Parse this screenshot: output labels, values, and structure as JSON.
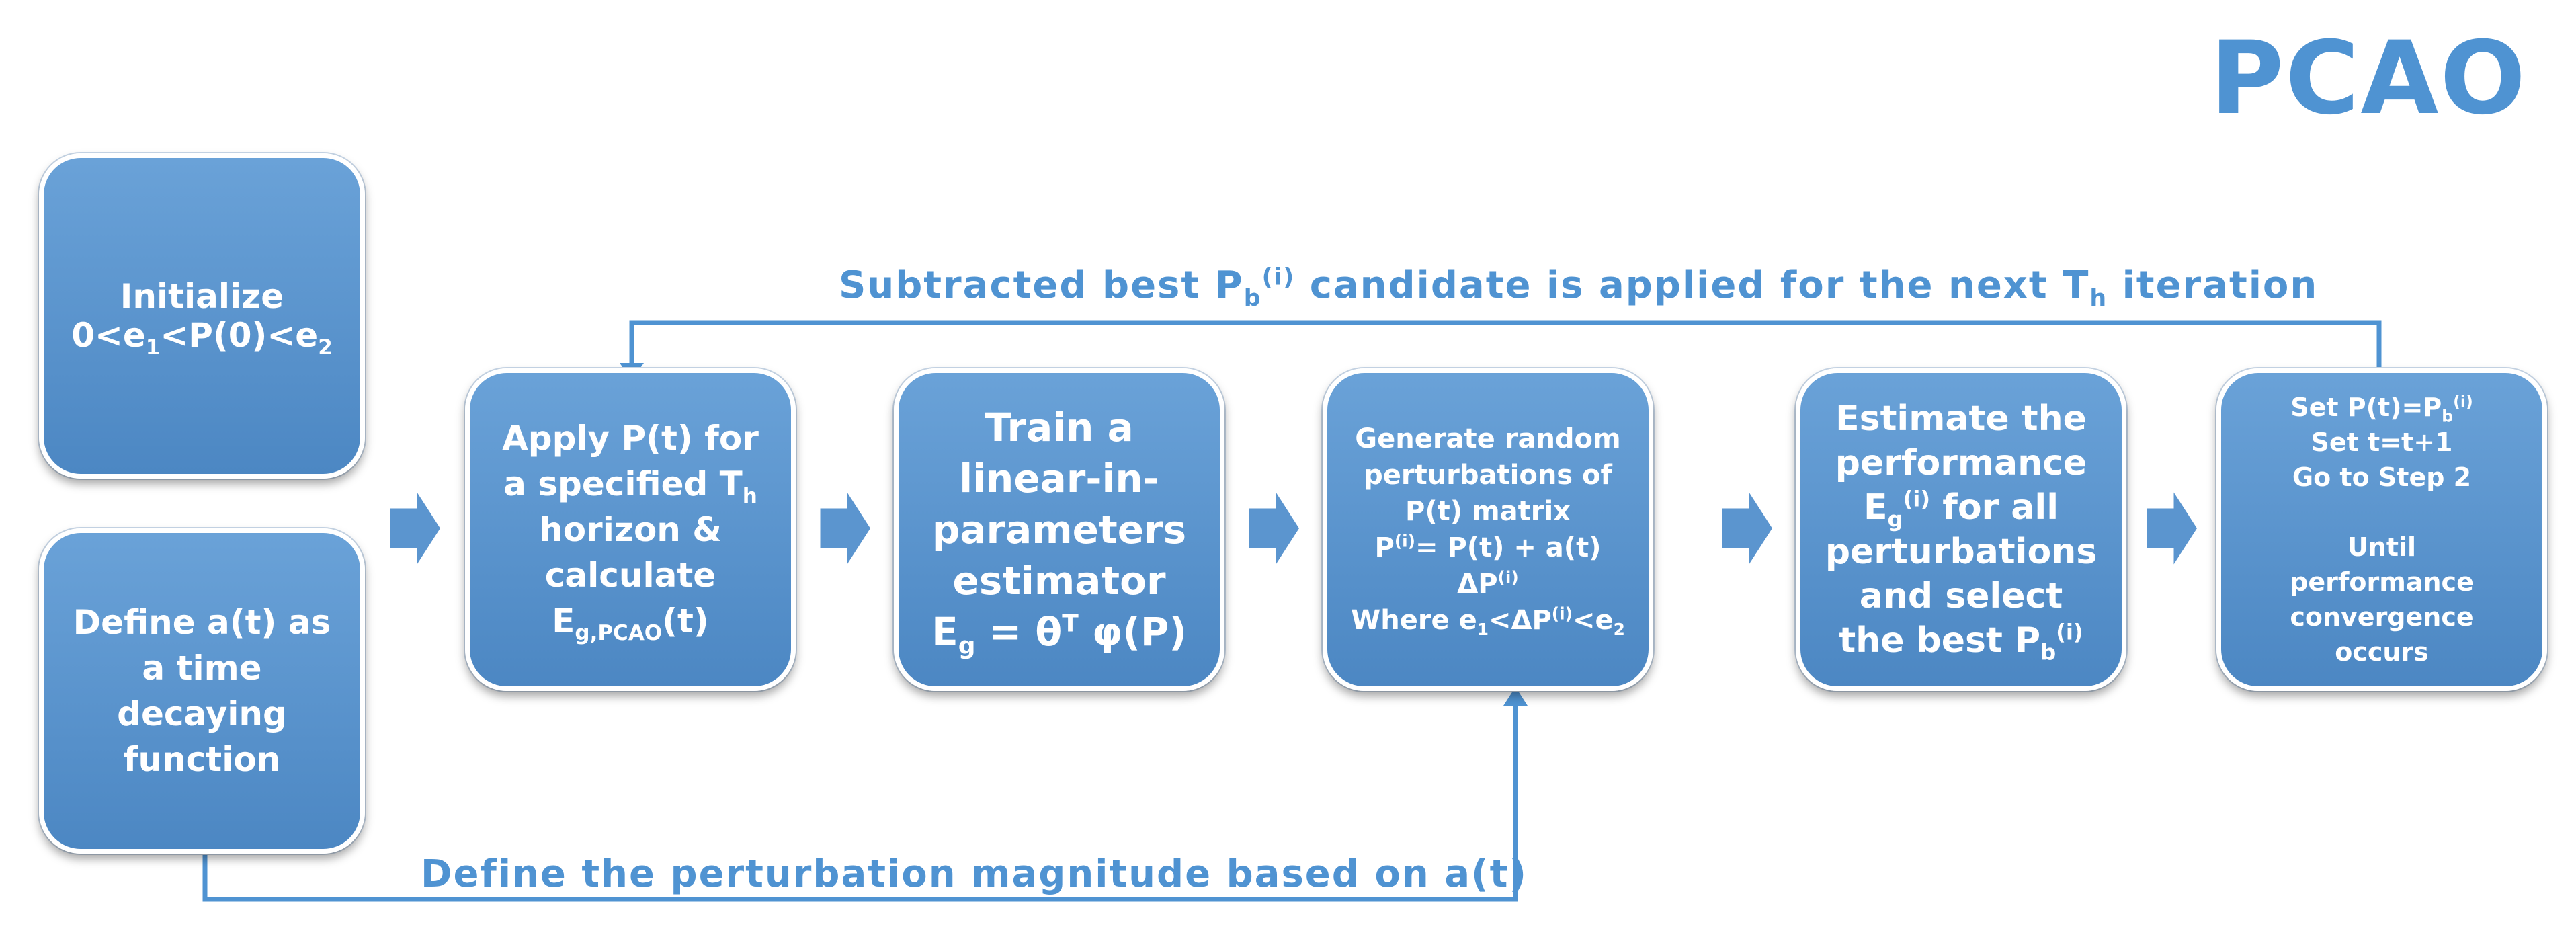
{
  "title": "PCAO",
  "colors": {
    "box_fill": "#5b95cf",
    "box_fill_dark": "#4a83bf",
    "accent": "#4f93d2",
    "connector": "#4f93d2"
  },
  "boxes": {
    "initialize": {
      "line1": "Initialize",
      "pre": "0<e",
      "s1": "1",
      "mid": "<P(0)<e",
      "s2": "2"
    },
    "define": {
      "line1": "Define a(t) as",
      "line2": "a time",
      "line3": "decaying",
      "line4": "function"
    },
    "apply": {
      "line1": "Apply P(t) for",
      "line2a": "a specified T",
      "line2sub": "h",
      "line3": "horizon &",
      "line4": "calculate",
      "line5a": "E",
      "line5sub": "g,PCAO",
      "line5b": "(t)"
    },
    "train": {
      "line1": "Train a",
      "line2": "linear-in-",
      "line3": "parameters",
      "line4": "estimator",
      "line5a": "E",
      "line5sub": "g",
      "line5b": " = θ",
      "line5sup": "T",
      "line5c": " φ(P)"
    },
    "generate": {
      "line1": "Generate random",
      "line2": "perturbations of",
      "line3": "P(t) matrix",
      "line4a": "P",
      "line4sup": "(i)",
      "line4b": "= P(t) + a(t) ΔP",
      "line4sup2": "(i)",
      "line5a": "Where e",
      "line5sub": "1",
      "line5b": "<ΔP",
      "line5sup": "(i)",
      "line5c": "<e",
      "line5sub2": "2"
    },
    "estimate": {
      "line1": "Estimate the",
      "line2": "performance",
      "line3a": "E",
      "line3sub": "g",
      "line3sup": "(i)",
      "line3b": " for all",
      "line4": "perturbations",
      "line5": "and select",
      "line6a": "the best P",
      "line6sub": "b",
      "line6sup": "(i)"
    },
    "set": {
      "line1a": "Set P(t)=P",
      "line1sub": "b",
      "line1sup": "(i)",
      "line2": "Set t=t+1",
      "line3": "Go to Step 2",
      "line4": "Until",
      "line5": "performance",
      "line6": "convergence",
      "line7": "occurs"
    }
  },
  "labels": {
    "top": {
      "a": "Subtracted best P",
      "sub": "b",
      "sup": "(i)",
      "b": " candidate is applied for the next T",
      "sub2": "h",
      "c": " iteration"
    },
    "bottom": "Define the perturbation magnitude based on a(t)"
  }
}
